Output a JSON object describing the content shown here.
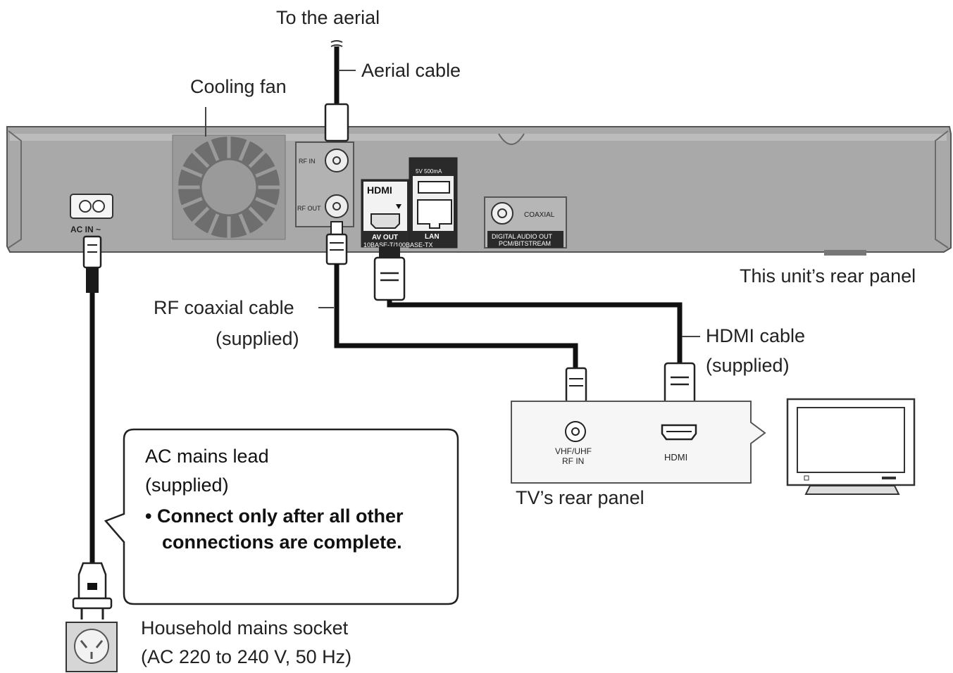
{
  "labels": {
    "to_aerial": "To the aerial",
    "aerial_cable": "Aerial cable",
    "cooling_fan": "Cooling fan",
    "rear_panel_unit": "This unit’s rear panel",
    "rf_coax_1": "RF coaxial cable",
    "rf_coax_2": "(supplied)",
    "hdmi_cable_1": "HDMI cable",
    "hdmi_cable_2": "(supplied)",
    "tv_rear_panel": "TV’s rear panel",
    "household_1": "Household mains socket",
    "household_2": "(AC 220 to 240 V, 50 Hz)"
  },
  "callout": {
    "line1": "AC mains lead",
    "line2": "(supplied)",
    "note1": "• Connect only after all other",
    "note2": "connections are complete."
  },
  "panel": {
    "ac_in": "AC IN ~",
    "rf_in": "RF IN",
    "rf_out": "RF OUT",
    "hdmi_logo": "HDMI",
    "av_out": "AV OUT",
    "usb_rating": "5V 500mA",
    "lan": "LAN",
    "lan_spec": "10BASE-T/100BASE-TX",
    "coaxial": "COAXIAL",
    "digital_audio_1": "DIGITAL AUDIO OUT",
    "digital_audio_2": "PCM/BITSTREAM"
  },
  "tv_panel": {
    "vhf_1": "VHF/UHF",
    "vhf_2": "RF IN",
    "hdmi": "HDMI"
  }
}
